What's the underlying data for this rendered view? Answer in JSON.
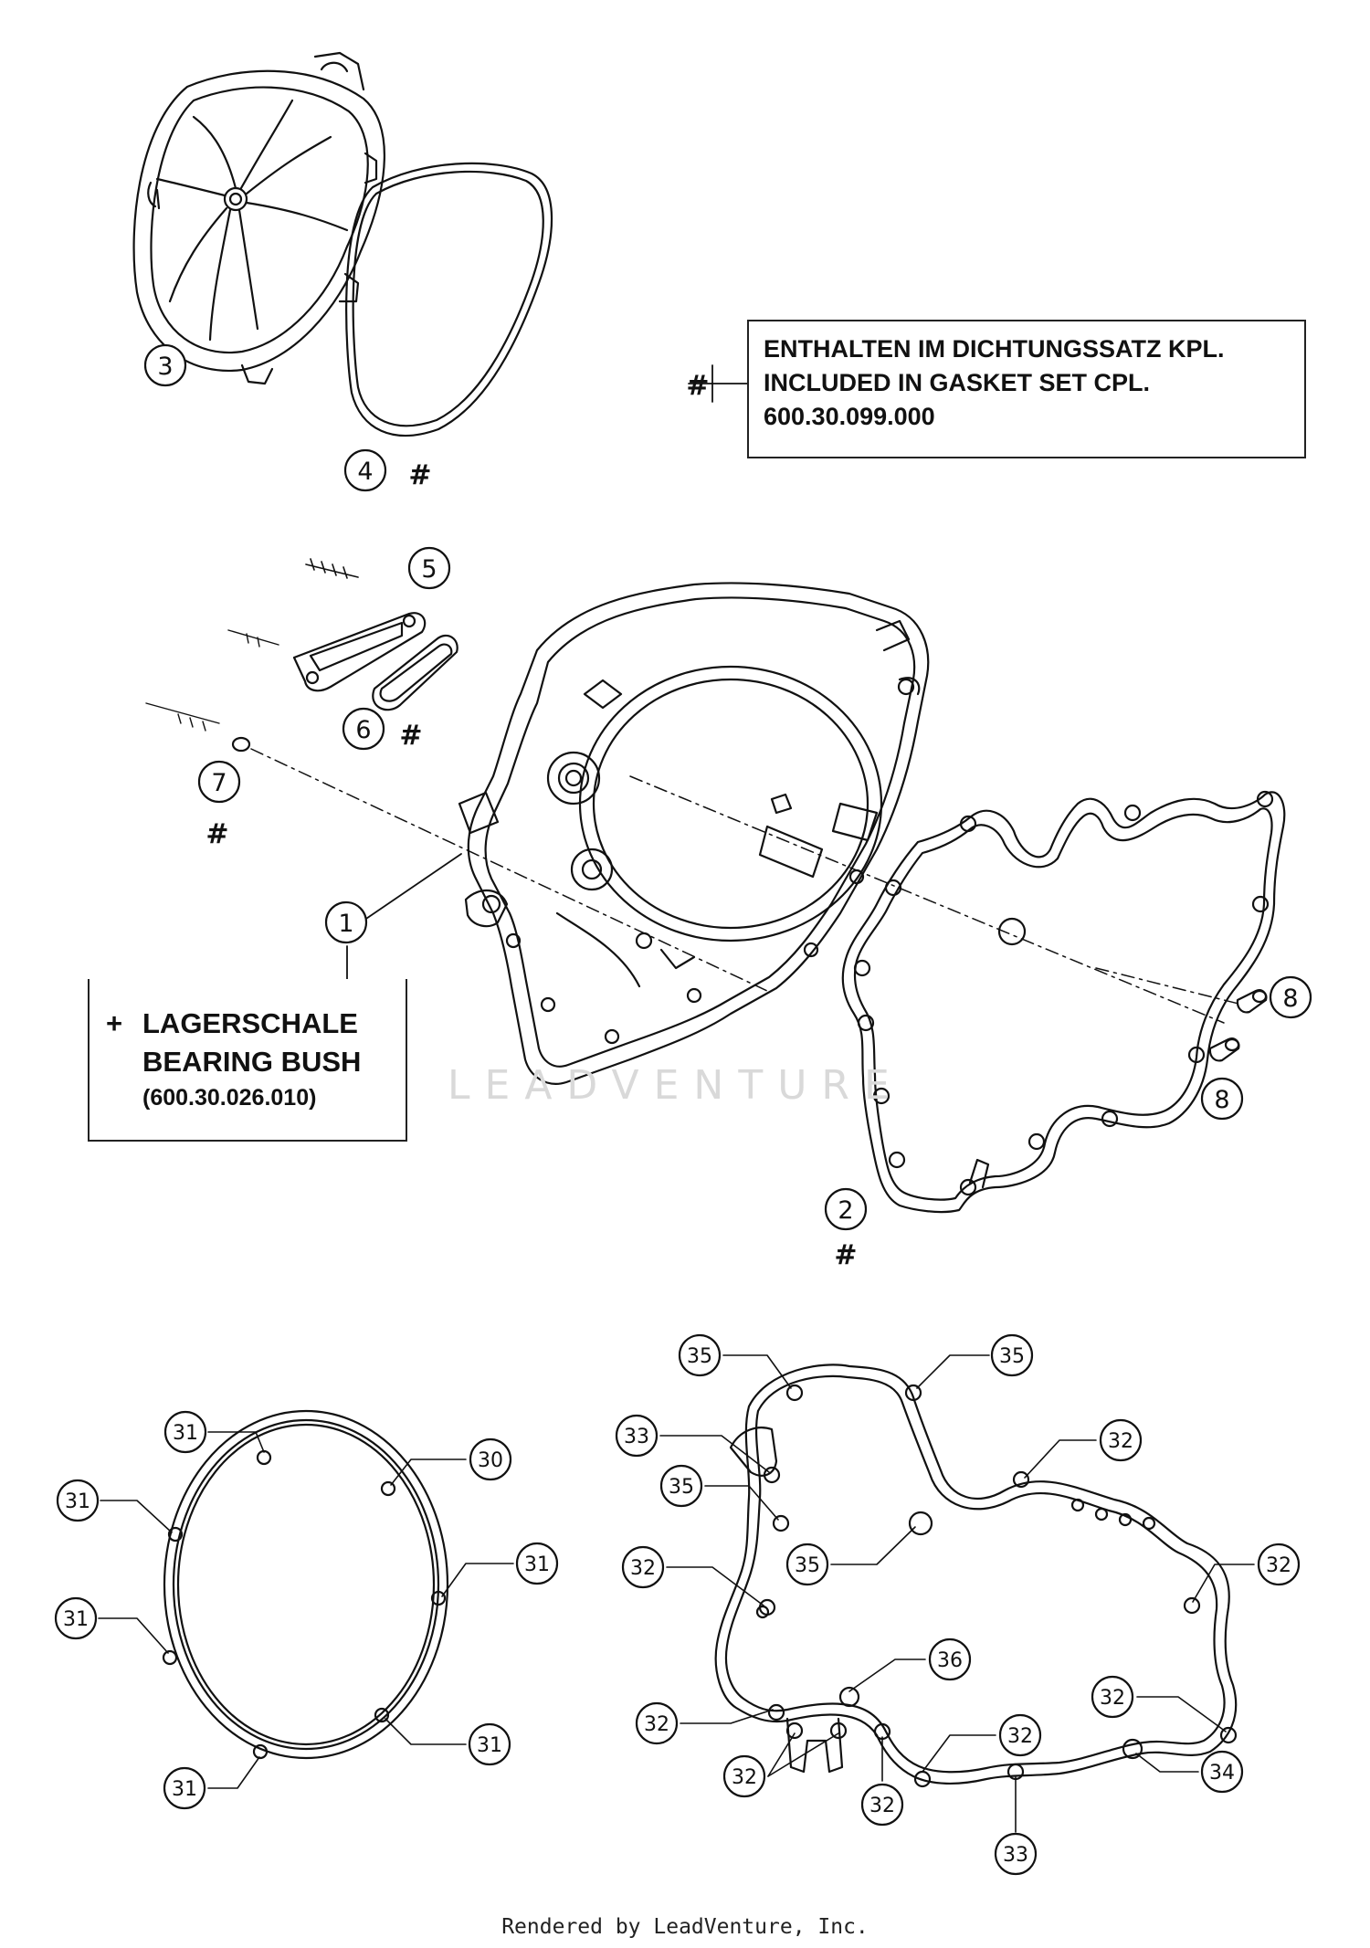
{
  "gasket_note": {
    "marker": "#",
    "line1": "ENTHALTEN IM DICHTUNGSSATZ KPL.",
    "line2": "INCLUDED IN GASKET SET CPL.",
    "line3": "600.30.099.000"
  },
  "bush_note": {
    "marker": "+",
    "line1": "LAGERSCHALE",
    "line2": "BEARING BUSH",
    "line3": "(600.30.026.010)"
  },
  "callouts": {
    "c1": "1",
    "c2": "2",
    "c3": "3",
    "c4": "4",
    "c5": "5",
    "c6": "6",
    "c7": "7",
    "c8a": "8",
    "c8b": "8",
    "g31a": "31",
    "g30": "30",
    "g31b": "31",
    "g31c": "31",
    "g31d": "31",
    "g31e": "31",
    "g31f": "31",
    "g35a": "35",
    "g35b": "35",
    "g33a": "33",
    "g32a": "32",
    "g35c": "35",
    "g35d": "35",
    "g32b": "32",
    "g32c": "32",
    "g36": "36",
    "g32d": "32",
    "g32e": "32",
    "g32f": "32",
    "g32g": "32",
    "g32h": "32",
    "g34": "34",
    "g33b": "33"
  },
  "hash_marks": {
    "h4": "#",
    "h6": "#",
    "h7": "#",
    "h2": "#"
  },
  "watermark": "LEADVENTURE",
  "footer": "Rendered by LeadVenture, Inc."
}
